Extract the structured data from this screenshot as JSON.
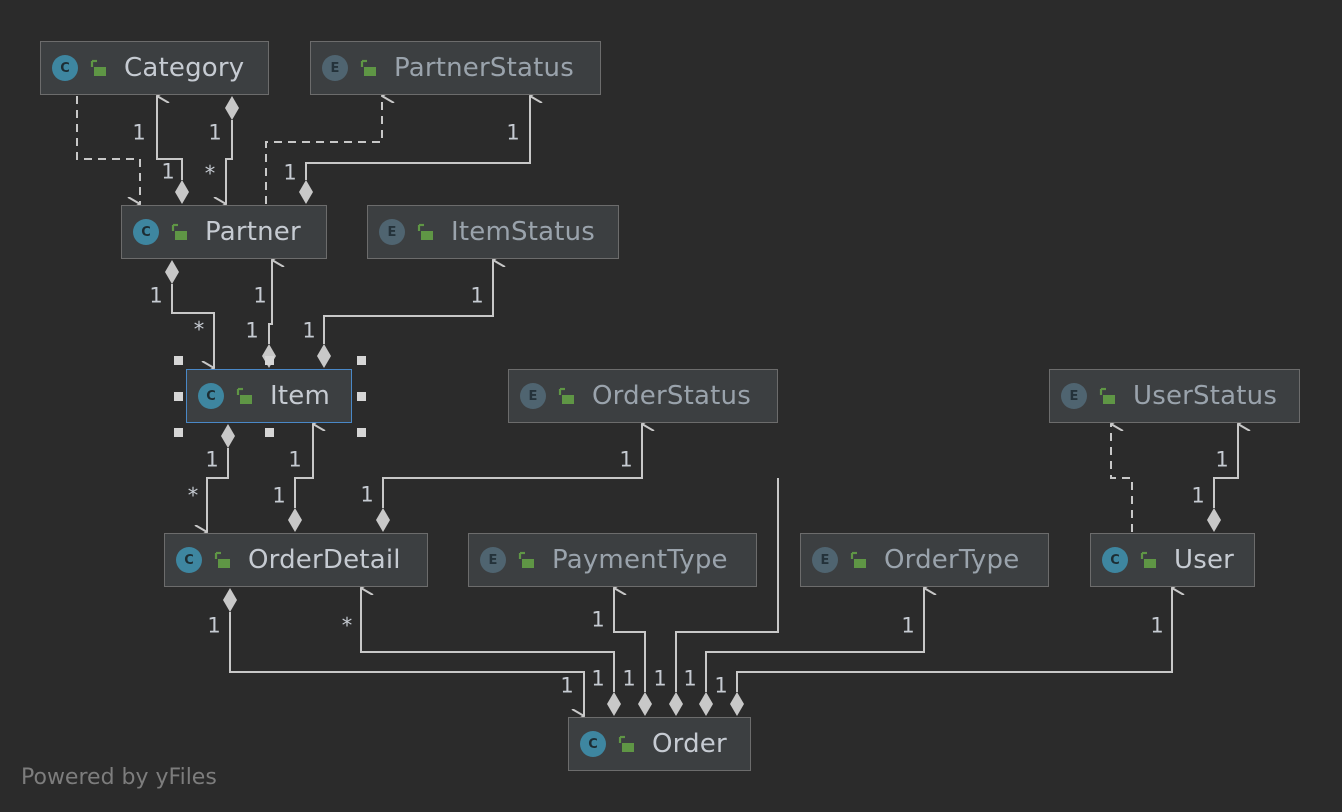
{
  "nodes": {
    "category": {
      "kind": "C",
      "name": "Category"
    },
    "partner_status": {
      "kind": "E",
      "name": "PartnerStatus"
    },
    "partner": {
      "kind": "C",
      "name": "Partner"
    },
    "item_status": {
      "kind": "E",
      "name": "ItemStatus"
    },
    "item": {
      "kind": "C",
      "name": "Item"
    },
    "order_status": {
      "kind": "E",
      "name": "OrderStatus"
    },
    "user_status": {
      "kind": "E",
      "name": "UserStatus"
    },
    "order_detail": {
      "kind": "C",
      "name": "OrderDetail"
    },
    "payment_type": {
      "kind": "E",
      "name": "PaymentType"
    },
    "order_type": {
      "kind": "E",
      "name": "OrderType"
    },
    "user": {
      "kind": "C",
      "name": "User"
    },
    "order": {
      "kind": "C",
      "name": "Order"
    }
  },
  "multiplicities": {
    "category_partner_src": "1",
    "category_partner_end": "1",
    "category_partners_src": "1",
    "category_partners_end": "*",
    "partner_status_end": "1",
    "partner_status_src": "1",
    "partner_items_src": "1",
    "partner_items_end": "*",
    "item_partner_end": "1",
    "item_partner_src": "1",
    "item_status_end": "1",
    "item_status_src": "1",
    "item_details_src": "1",
    "item_details_end": "*",
    "detail_item_end": "1",
    "detail_item_src": "1",
    "detail_status_src": "1",
    "order_status_end": "1",
    "detail_order_src": "1",
    "order_details_end": "*",
    "detail_order_end": "1",
    "order_payment_end": "1",
    "order_payment_src": "1",
    "order_status_src": "1",
    "order_type_src": "1",
    "order_type_end": "1",
    "order_user_end": "1",
    "user_status_end": "1",
    "user_status_src": "1"
  },
  "colors": {
    "background": "#2b2b2b",
    "node_fill": "#3c3f41",
    "edge": "#c8c8c8",
    "class_badge": "#3e86a0",
    "enum_badge": "#4f6470",
    "lock": "#5f9645",
    "selection": "#4a88c7"
  },
  "footer": "Powered by yFiles"
}
